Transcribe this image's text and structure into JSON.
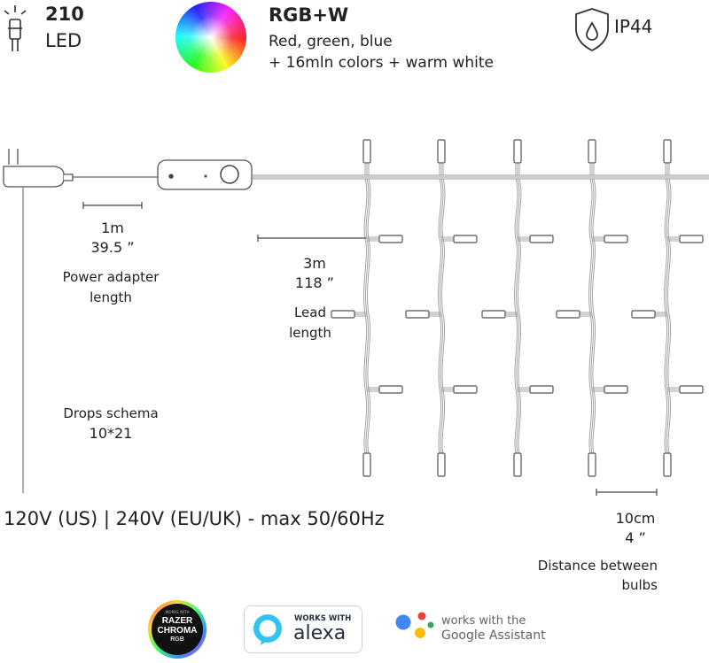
{
  "header": {
    "led_count": "210",
    "led_unit": "LED",
    "color_mode_title": "RGB+W",
    "color_mode_line1": "Red, green, blue",
    "color_mode_line2": "+ 16mln colors + warm white",
    "ip_rating": "IP44"
  },
  "dimensions": {
    "adapter_length_metric": "1m",
    "adapter_length_imperial": "39.5 ”",
    "adapter_label_line1": "Power adapter",
    "adapter_label_line2": "length",
    "lead_length_metric": "3m",
    "lead_length_imperial": "118 ”",
    "lead_label_line1": "Lead",
    "lead_label_line2": "length",
    "drops_label": "Drops schema",
    "drops_value": "10*21",
    "bulb_distance_metric": "10cm",
    "bulb_distance_imperial": "4 ”",
    "bulb_distance_label_line1": "Distance between",
    "bulb_distance_label_line2": "bulbs"
  },
  "voltage": "120V (US) | 240V (EU/UK) - max 50/60Hz",
  "badges": {
    "razer_top": "WORKS WITH",
    "razer_line1": "RAZER",
    "razer_line2": "CHROMA",
    "razer_line3": "RGB",
    "alexa_top": "WORKS WITH",
    "alexa_word": "alexa",
    "google_line1": "works with the",
    "google_line2": "Google Assistant"
  },
  "colors": {
    "line": "#8a8a8a",
    "text": "#222222",
    "alexa_blue": "#31c4f3",
    "google_blue": "#4285f4",
    "google_red": "#ea4335",
    "google_yellow": "#fbbc05",
    "google_green": "#34a853"
  },
  "icons": [
    "bulb-icon",
    "color-wheel-icon",
    "shield-water-icon",
    "razer-chroma-logo",
    "alexa-logo",
    "google-assistant-logo"
  ]
}
